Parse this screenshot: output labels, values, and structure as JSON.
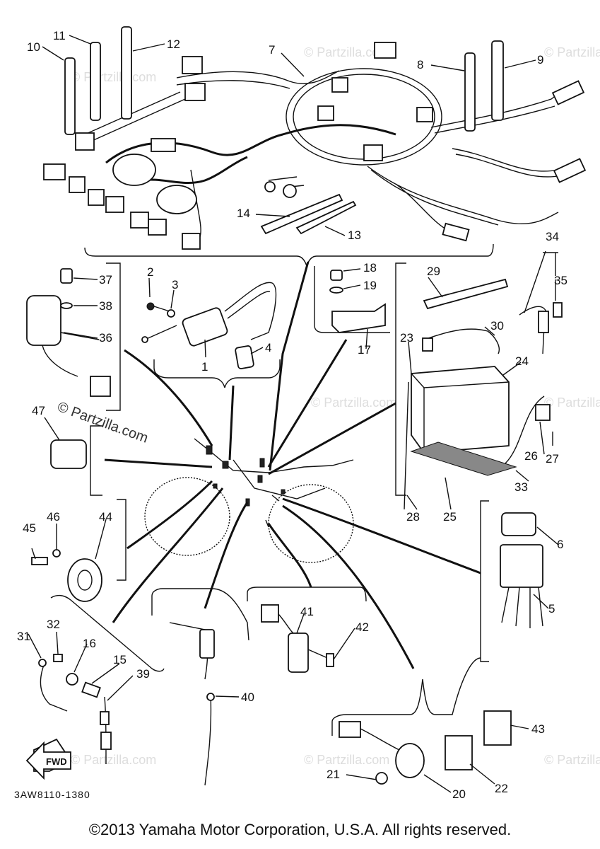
{
  "diagram_code": "3AW8110-1380",
  "fwd_label": "FWD",
  "copyright": "©2013 Yamaha Motor Corporation, U.S.A. All rights reserved.",
  "watermark_main": "© Partzilla.com",
  "watermark_faint": "© Partzilla.com",
  "labels": {
    "n1": "1",
    "n2": "2",
    "n3": "3",
    "n4": "4",
    "n5": "5",
    "n6": "6",
    "n7": "7",
    "n8": "8",
    "n9": "9",
    "n10": "10",
    "n11": "11",
    "n12": "12",
    "n13": "13",
    "n14": "14",
    "n15": "15",
    "n16": "16",
    "n17": "17",
    "n18": "18",
    "n19": "19",
    "n20": "20",
    "n21": "21",
    "n22": "22",
    "n23": "23",
    "n24": "24",
    "n25": "25",
    "n26": "26",
    "n27": "27",
    "n28": "28",
    "n29": "29",
    "n30": "30",
    "n31": "31",
    "n32": "32",
    "n33": "33",
    "n34": "34",
    "n35": "35",
    "n36": "36",
    "n37": "37",
    "n38": "38",
    "n39": "39",
    "n40": "40",
    "n41": "41",
    "n42": "42",
    "n43": "43",
    "n44": "44",
    "n45": "45",
    "n46": "46",
    "n47": "47"
  }
}
